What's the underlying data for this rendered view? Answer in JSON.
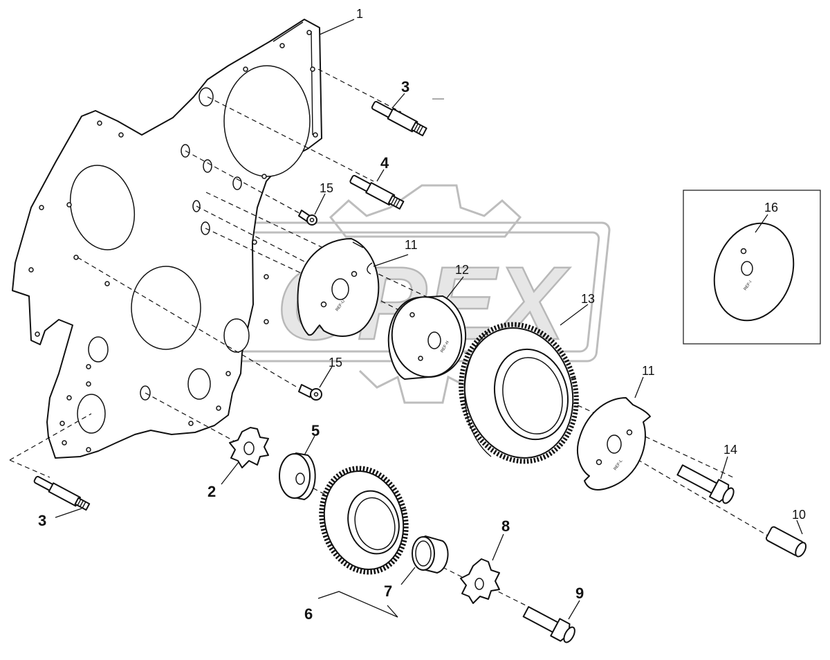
{
  "watermark": {
    "text": "OPEX"
  },
  "callouts": [
    {
      "id": "1",
      "text": "1"
    },
    {
      "id": "3a",
      "text": "3"
    },
    {
      "id": "4",
      "text": "4"
    },
    {
      "id": "15a",
      "text": "15"
    },
    {
      "id": "11a",
      "text": "11"
    },
    {
      "id": "12",
      "text": "12"
    },
    {
      "id": "13",
      "text": "13"
    },
    {
      "id": "15b",
      "text": "15"
    },
    {
      "id": "5",
      "text": "5"
    },
    {
      "id": "2",
      "text": "2"
    },
    {
      "id": "3b",
      "text": "3"
    },
    {
      "id": "6",
      "text": "6"
    },
    {
      "id": "7",
      "text": "7"
    },
    {
      "id": "8",
      "text": "8"
    },
    {
      "id": "9",
      "text": "9"
    },
    {
      "id": "11b",
      "text": "11"
    },
    {
      "id": "14",
      "text": "14"
    },
    {
      "id": "10",
      "text": "10"
    },
    {
      "id": "16",
      "text": "16"
    }
  ]
}
